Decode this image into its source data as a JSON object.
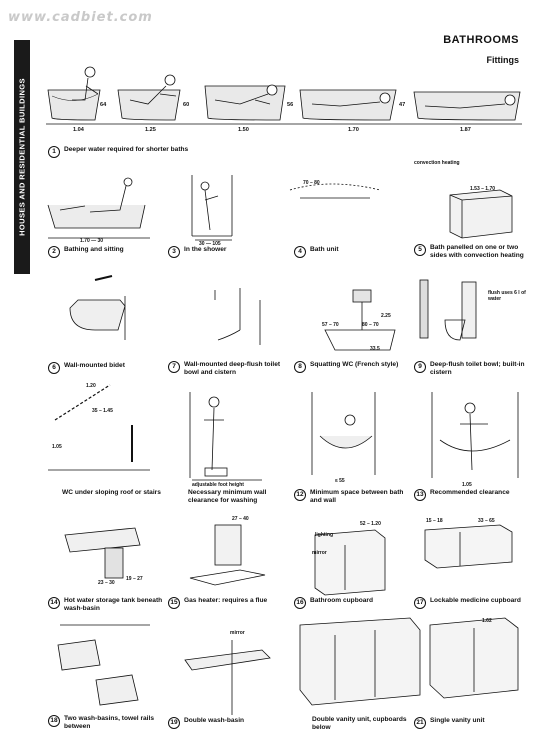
{
  "watermark": "www.cadbiet.com",
  "side_tab": "HOUSES AND RESIDENTIAL BUILDINGS",
  "header": {
    "title": "BATHROOMS",
    "subtitle": "Fittings"
  },
  "baths": {
    "depths": [
      "64",
      "60",
      "56",
      "47"
    ],
    "lengths": [
      "1.04",
      "1.25",
      "1.50",
      "1.70",
      "1.87"
    ]
  },
  "captions": [
    {
      "n": "1",
      "text": "Deeper water required for shorter baths"
    },
    {
      "n": "2",
      "text": "Bathing and sitting"
    },
    {
      "n": "3",
      "text": "In the shower"
    },
    {
      "n": "4",
      "text": "Bath unit"
    },
    {
      "n": "5",
      "text": "Bath panelled on one or two sides with convection heating"
    },
    {
      "n": "6",
      "text": "Wall-mounted bidet"
    },
    {
      "n": "7",
      "text": "Wall-mounted deep-flush toilet bowl and cistern"
    },
    {
      "n": "8",
      "text": "Squatting WC (French style)"
    },
    {
      "n": "9",
      "text": "Deep-flush toilet bowl; built-in cistern"
    },
    {
      "n": "",
      "text": "WC under sloping roof or stairs"
    },
    {
      "n": "",
      "text": "Necessary minimum wall clearance for washing"
    },
    {
      "n": "12",
      "text": "Minimum space between bath and wall"
    },
    {
      "n": "13",
      "text": "Recommended clearance"
    },
    {
      "n": "14",
      "text": "Hot water storage tank beneath wash-basin"
    },
    {
      "n": "15",
      "text": "Gas heater: requires a flue"
    },
    {
      "n": "16",
      "text": "Bathroom cupboard"
    },
    {
      "n": "17",
      "text": "Lockable medicine cupboard"
    },
    {
      "n": "18",
      "text": "Two wash-basins, towel rails between"
    },
    {
      "n": "19",
      "text": "Double wash-basin"
    },
    {
      "n": "",
      "text": "Double vanity unit, cupboards below"
    },
    {
      "n": "21",
      "text": "Single vanity unit"
    }
  ],
  "labels": {
    "convection_heating": "convection heating",
    "dim_170_30": "1.70 — 30",
    "dim_30_105": "30 — 105",
    "dim_70_80": "70 – 80",
    "dim_153_170": "1.53 – 1.70",
    "dim_225": "2.25",
    "dim_57_70": "57 – 70",
    "dim_80_70": "80 – 70",
    "dim_335": "33.5",
    "flush_uses": "flush uses 6 l of water",
    "dim_120_20": "1.20",
    "dim_35_145": "35 – 1.45",
    "dim_105": "1.05",
    "adj_foot": "adjustable foot height",
    "dim_55": "≤ 55",
    "dim_105b": "1.05",
    "dim_23_30": "23 – 30",
    "dim_19_27": "19 – 27",
    "dim_27_40": "27 – 40",
    "dim_52_120": "52 – 1.20",
    "lighting": "lighting",
    "mirror": "mirror",
    "dim_33_65": "33 – 65",
    "dim_15_18": "15 – 18",
    "dim_162": "1.62"
  }
}
